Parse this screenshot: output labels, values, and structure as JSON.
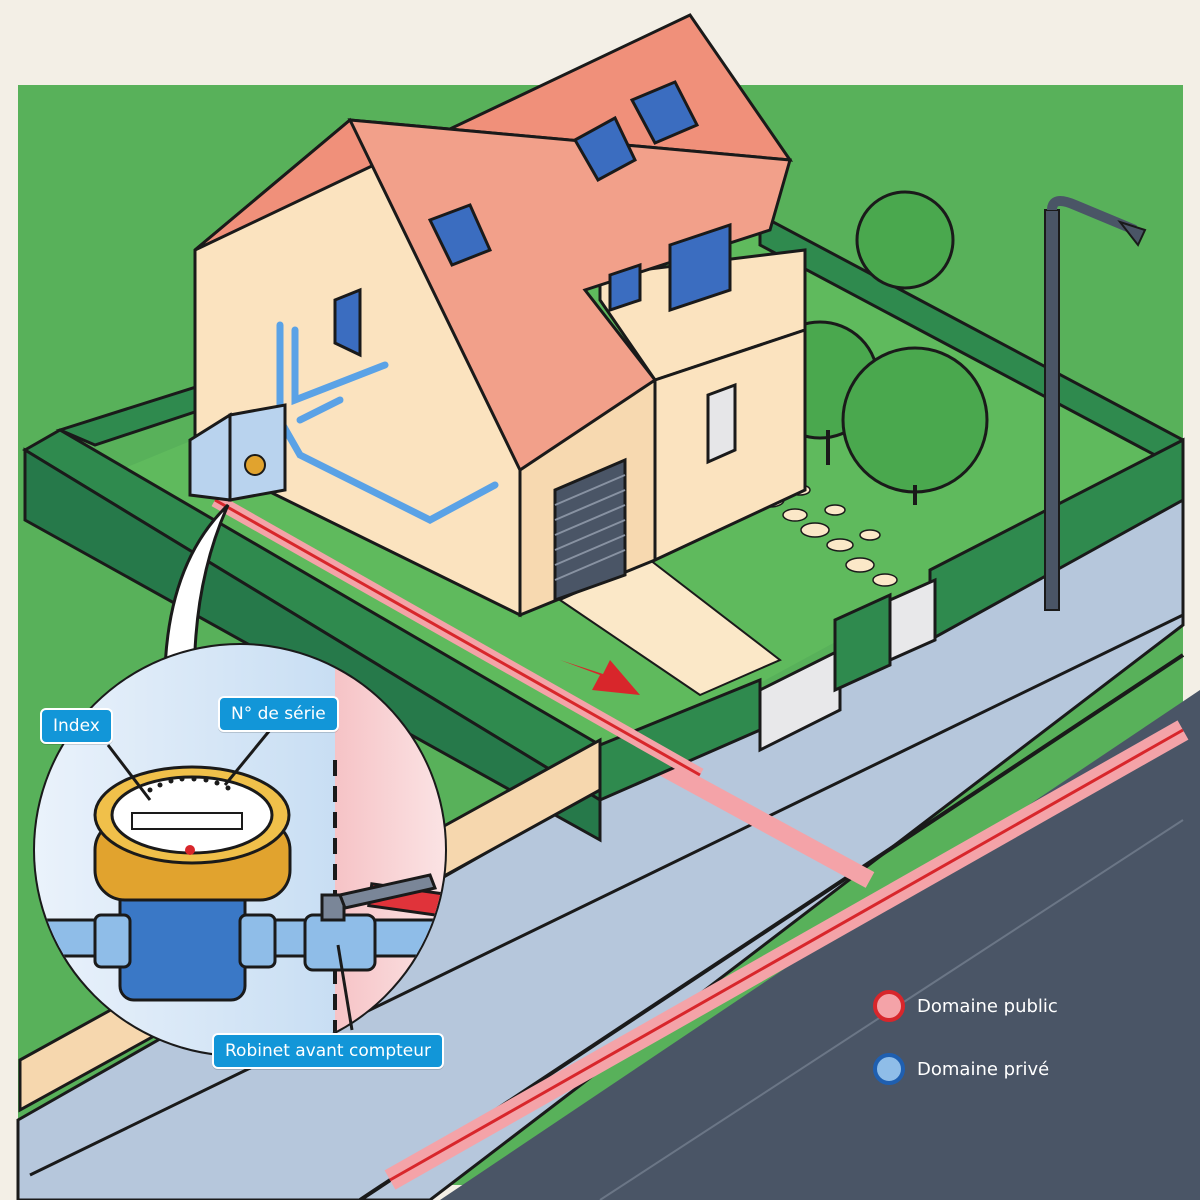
{
  "callouts": {
    "index": "Index",
    "serial": "N° de série",
    "valve": "Robinet avant compteur"
  },
  "legend": {
    "public": {
      "label": "Domaine public",
      "fill": "#f4a3a8",
      "stroke": "#d8262b"
    },
    "private": {
      "label": "Domaine privé",
      "fill": "#8fbde8",
      "stroke": "#1f5fb0"
    }
  },
  "colors": {
    "grass": "#58b15a",
    "hedge": "#2f8a4e",
    "road": "#4a5566",
    "sidewalk": "#b6c7dc",
    "wall": "#fbe3bf",
    "roof": "#f0907a",
    "window": "#3b6dc0",
    "public_pipe": "#e0333a",
    "private_pipe": "#5aa2e6"
  },
  "icons": {
    "flow_arrow": "red-arrow-icon",
    "meter": "water-meter-icon"
  }
}
